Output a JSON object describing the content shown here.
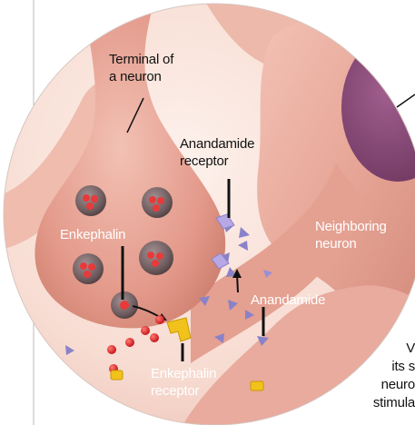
{
  "labels": {
    "terminal": [
      "Terminal of",
      "a neuron"
    ],
    "anandamide_receptor": [
      "Anandamide",
      "receptor"
    ],
    "enkephalin": "Enkephalin",
    "neighboring_neuron": [
      "Neighboring",
      "neuron"
    ],
    "anandamide": "Anandamide",
    "enkephalin_receptor": [
      "Enkephalin",
      "receptor"
    ]
  },
  "cropped_text": [
    "V",
    "its s",
    "neuro",
    "stimula"
  ],
  "colors": {
    "neuron_flesh": "#e5a294",
    "neighbor_nucleus": "#8a4a78",
    "vesicle": "#6a5758",
    "enkephalin_dot": "#d81f2a",
    "anandamide_triangle": "#8a82c8",
    "receptor": "#f1c21c"
  }
}
